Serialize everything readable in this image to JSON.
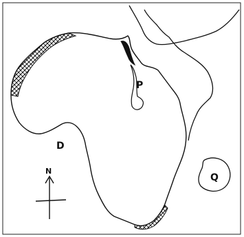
{
  "map": {
    "labels": {
      "p": "P",
      "d": "D",
      "q": "Q"
    },
    "compass": {
      "north": "N"
    },
    "colors": {
      "ink": "#111111",
      "paper": "#ffffff"
    }
  }
}
